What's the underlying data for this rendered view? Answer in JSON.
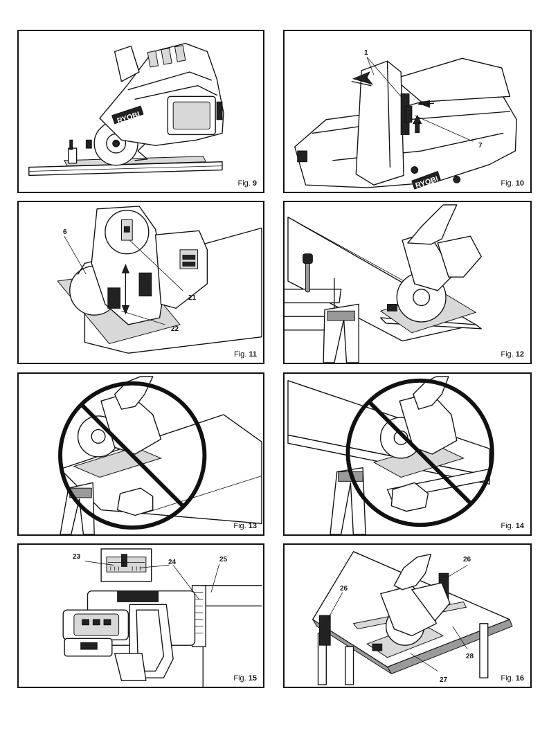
{
  "figures": [
    {
      "id": "fig9",
      "prefix": "Fig.",
      "number": "9",
      "brand": "RYOBI",
      "callouts": []
    },
    {
      "id": "fig10",
      "prefix": "Fig.",
      "number": "10",
      "brand": "RYOBI",
      "callouts": [
        "1",
        "7"
      ]
    },
    {
      "id": "fig11",
      "prefix": "Fig.",
      "number": "11",
      "brand": "",
      "callouts": [
        "6",
        "21",
        "22"
      ]
    },
    {
      "id": "fig12",
      "prefix": "Fig.",
      "number": "12",
      "brand": "",
      "callouts": []
    },
    {
      "id": "fig13",
      "prefix": "Fig.",
      "number": "13",
      "brand": "",
      "callouts": []
    },
    {
      "id": "fig14",
      "prefix": "Fig.",
      "number": "14",
      "brand": "",
      "callouts": []
    },
    {
      "id": "fig15",
      "prefix": "Fig.",
      "number": "15",
      "brand": "",
      "callouts": [
        "23",
        "24",
        "25"
      ]
    },
    {
      "id": "fig16",
      "prefix": "Fig.",
      "number": "16",
      "brand": "",
      "callouts": [
        "26",
        "26",
        "27",
        "28"
      ]
    }
  ]
}
